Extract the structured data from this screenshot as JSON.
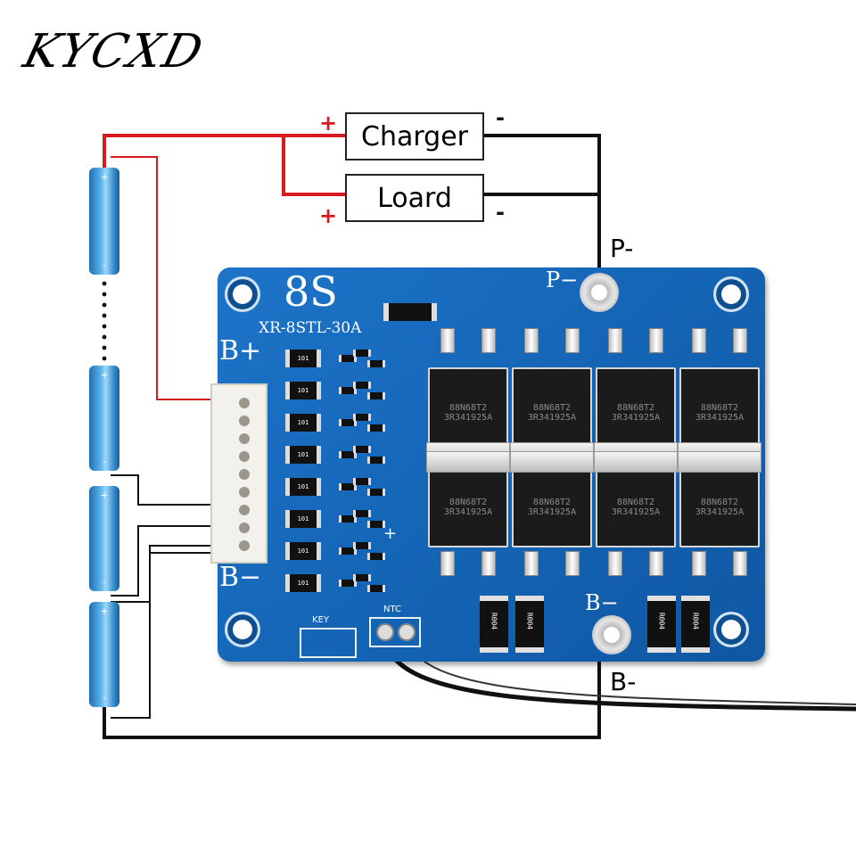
{
  "brand": {
    "logo_text": "KYCXD"
  },
  "boxes": {
    "charger_label": "Charger",
    "load_label": "Loard"
  },
  "signs": {
    "plus": "+",
    "minus": "-"
  },
  "terminals": {
    "p_minus": "P-",
    "b_minus": "B-"
  },
  "board": {
    "series_label": "8S",
    "model": "XR-8STL-30A",
    "b_plus": "B+",
    "b_minus_silk": "B−",
    "p_minus_silk": "P−",
    "b_minus_pad_silk": "B−",
    "key_label": "KEY",
    "ntc_label": "NTC",
    "plus_mark": "+",
    "mosfet_top_text": "88N68T2",
    "mosfet_bottom_text": "3R341925A",
    "shunt_text": "R004",
    "resistor_text": "101"
  },
  "colors": {
    "positive_wire": "#d71920",
    "negative_wire": "#111111",
    "pcb": "#1565b6",
    "cell": "#3a9ad9"
  }
}
